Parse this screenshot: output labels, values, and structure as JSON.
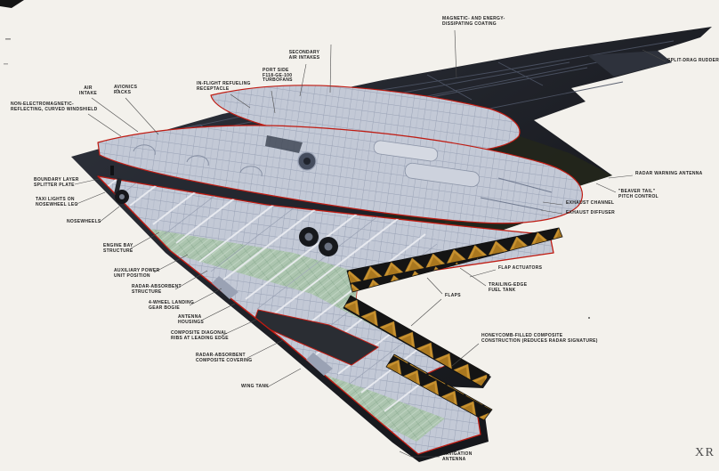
{
  "page": {
    "page_mark": "XR"
  },
  "colors": {
    "background": "#f3f1ec",
    "airframe_dark": "#1b1d22",
    "cut_line_red": "#c01b12",
    "structure_gray": "#c3c9d6",
    "panel_green": "#abc5ad",
    "honeycomb_orange": "#c8912e"
  },
  "labels": [
    {
      "id": "magnetic-coating",
      "lines": [
        "MAGNETIC- AND ENERGY-",
        "DISSIPATING COATING"
      ]
    },
    {
      "id": "split-drag-rudder",
      "lines": [
        "SPLIT-DRAG RUDDER"
      ]
    },
    {
      "id": "secondary-air-intakes",
      "lines": [
        "SECONDARY",
        "AIR INTAKES"
      ]
    },
    {
      "id": "port-side-turbofans",
      "lines": [
        "PORT SIDE",
        "F118-GE-100",
        "TURBOFANS"
      ]
    },
    {
      "id": "in-flight-refueling",
      "lines": [
        "IN-FLIGHT REFUELING",
        "RECEPTACLE"
      ]
    },
    {
      "id": "air-intake",
      "lines": [
        "AIR",
        "INTAKE"
      ]
    },
    {
      "id": "avionics-racks",
      "lines": [
        "AVIONICS",
        "RACKS"
      ]
    },
    {
      "id": "curved-windshield",
      "lines": [
        "NON-ELECTROMAGNETIC-",
        "REFLECTING, CURVED WINDSHIELD"
      ]
    },
    {
      "id": "boundary-layer-plate",
      "lines": [
        "BOUNDARY LAYER",
        "SPLITTER PLATE"
      ]
    },
    {
      "id": "taxi-lights",
      "lines": [
        "TAXI LIGHTS ON",
        "NOSEWHEEL LEG"
      ]
    },
    {
      "id": "nosewheels",
      "lines": [
        "NOSEWHEELS"
      ]
    },
    {
      "id": "engine-bay-structure",
      "lines": [
        "ENGINE BAY",
        "STRUCTURE"
      ]
    },
    {
      "id": "auxiliary-power-unit",
      "lines": [
        "AUXILIARY POWER",
        "UNIT POSITION"
      ]
    },
    {
      "id": "radar-absorbent-structure",
      "lines": [
        "RADAR-ABSORBENT",
        "STRUCTURE"
      ]
    },
    {
      "id": "landing-gear-bogie",
      "lines": [
        "4-WHEEL LANDING",
        "GEAR BOGIE"
      ]
    },
    {
      "id": "antenna-housings",
      "lines": [
        "ANTENNA",
        "HOUSINGS"
      ]
    },
    {
      "id": "composite-diagonal-ribs",
      "lines": [
        "COMPOSITE DIAGONAL",
        "RIBS AT LEADING EDGE"
      ]
    },
    {
      "id": "radar-absorbent-covering",
      "lines": [
        "RADAR-ABSORBENT",
        "COMPOSITE COVERING"
      ]
    },
    {
      "id": "wing-tank",
      "lines": [
        "WING TANK"
      ]
    },
    {
      "id": "radar-warning-antenna",
      "lines": [
        "RADAR WARNING ANTENNA"
      ]
    },
    {
      "id": "beaver-tail",
      "lines": [
        "\"BEAVER TAIL\"",
        "PITCH CONTROL"
      ]
    },
    {
      "id": "exhaust-channel",
      "lines": [
        "EXHAUST CHANNEL"
      ]
    },
    {
      "id": "exhaust-diffuser",
      "lines": [
        "EXHAUST DIFFUSER"
      ]
    },
    {
      "id": "flap-actuators",
      "lines": [
        "FLAP ACTUATORS"
      ]
    },
    {
      "id": "trailing-edge-fuel-tank",
      "lines": [
        "TRAILING-EDGE",
        "FUEL TANK"
      ]
    },
    {
      "id": "flaps",
      "lines": [
        "FLAPS"
      ]
    },
    {
      "id": "honeycomb-composite",
      "lines": [
        "HONEYCOMB-FILLED COMPOSITE",
        "CONSTRUCTION (REDUCES RADAR SIGNATURE)"
      ]
    },
    {
      "id": "navigation-antenna",
      "lines": [
        "NAVIGATION",
        "ANTENNA"
      ]
    }
  ]
}
